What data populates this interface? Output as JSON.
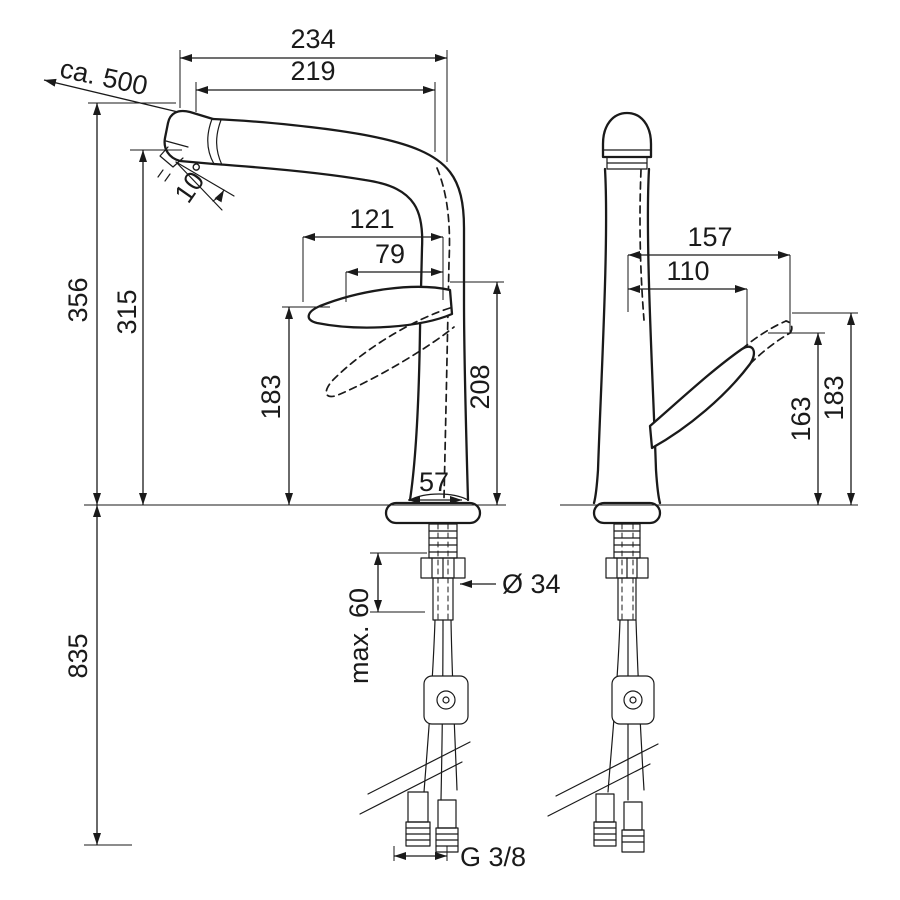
{
  "drawing": {
    "kind": "technical-dimension-drawing",
    "subject": "kitchen mixer tap with pull-out spout, side view and front view"
  },
  "dims": {
    "side": {
      "total_width": "234",
      "spout_reach": "219",
      "pullout_hose": "ca. 500",
      "spout_angle": "10°",
      "handle_reach": "121",
      "handle_reach_inner": "79",
      "height_total": "356",
      "height_spout_outlet": "315",
      "height_handle": "183",
      "height_spout_underside": "208",
      "body_base_width": "57",
      "hose_length_below": "835",
      "mounting_thickness": "max. 60",
      "shank_diameter": "Ø 34",
      "connection_thread": "G 3/8"
    },
    "front": {
      "handle_span_outer": "157",
      "handle_span_inner": "110",
      "height_handle_hub": "163",
      "height_handle_tip": "183"
    }
  },
  "style": {
    "line_color": "#1a1a1a",
    "background": "#ffffff"
  }
}
